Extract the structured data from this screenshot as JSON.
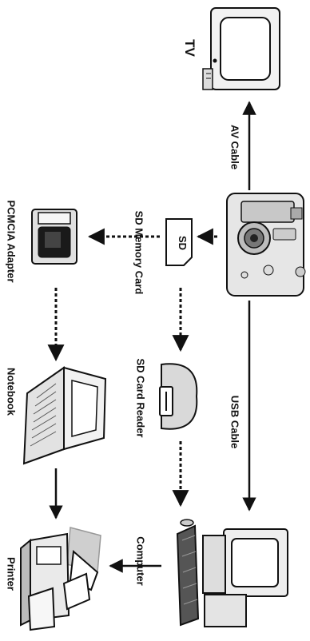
{
  "labels": {
    "tv": "TV",
    "av_cable": "AV Cable",
    "usb_cable": "USB Cable",
    "sd_memory_card": "SD Memory Card",
    "sd_card_reader": "SD Card Reader",
    "pcmcia_adapter": "PCMCIA Adapter",
    "notebook": "Notebook",
    "computer": "Computer",
    "printer": "Printer"
  },
  "sd_logo_text": "SD"
}
